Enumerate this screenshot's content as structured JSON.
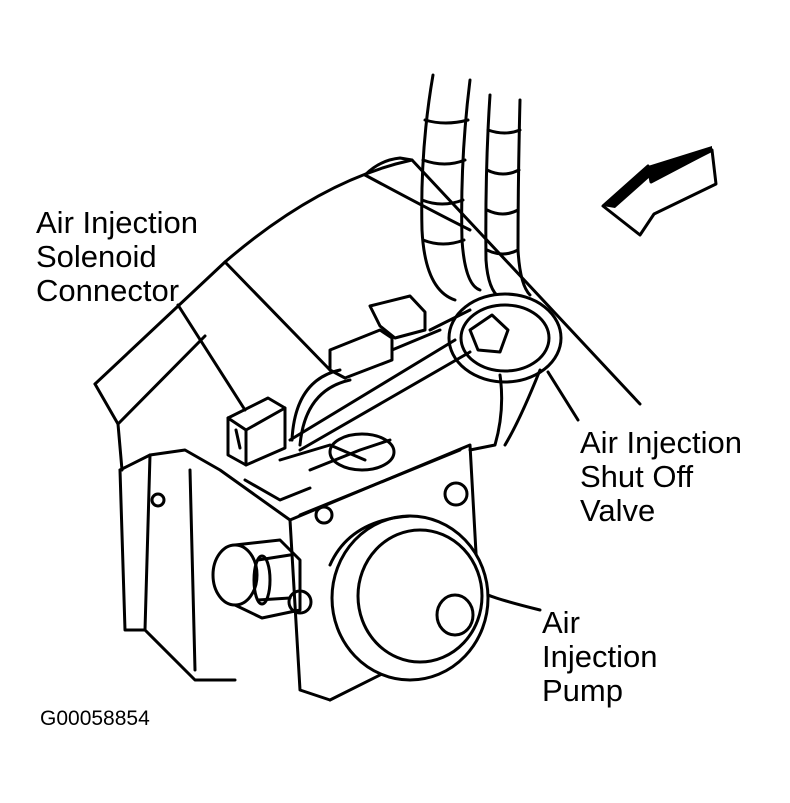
{
  "labels": {
    "solenoid_connector": {
      "line1": "Air Injection",
      "line2": "Solenoid",
      "line3": "Connector"
    },
    "shut_off_valve": {
      "line1": "Air Injection",
      "line2": "Shut Off",
      "line3": "Valve"
    },
    "pump": {
      "line1": "Air",
      "line2": "Injection",
      "line3": "Pump"
    }
  },
  "figure_id": "G00058854",
  "colors": {
    "ink": "#000000",
    "paper": "#ffffff"
  }
}
